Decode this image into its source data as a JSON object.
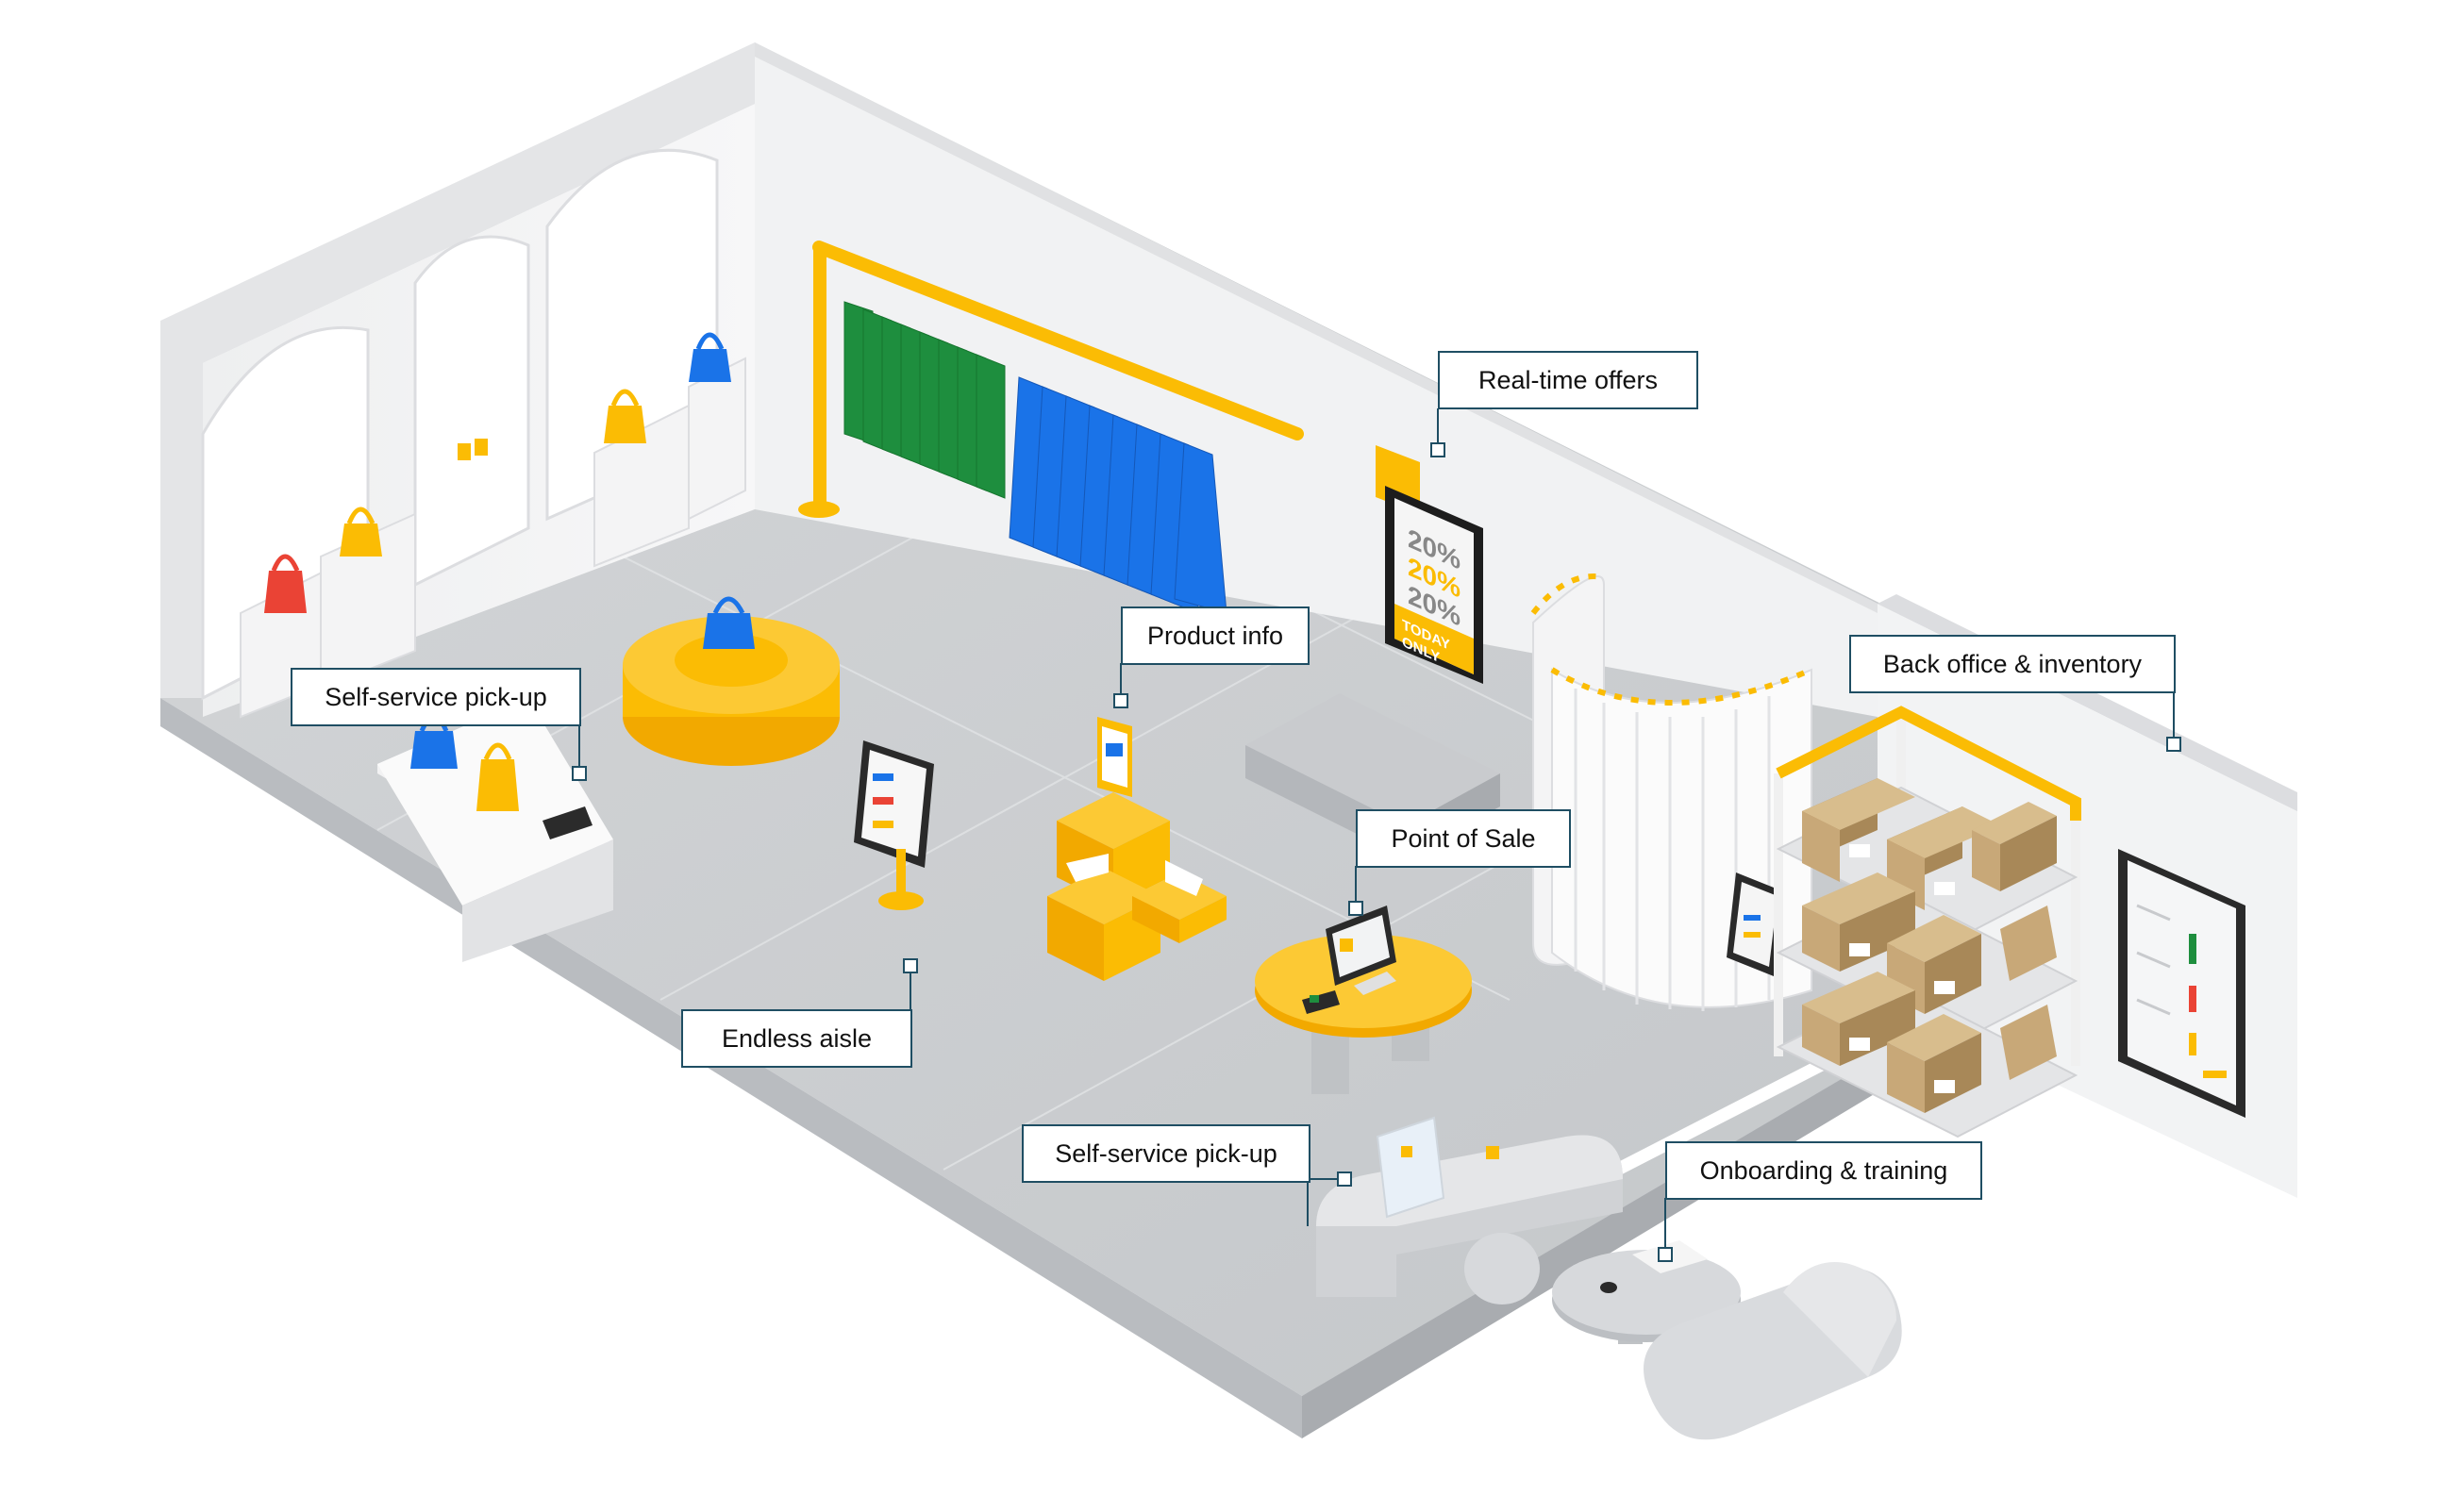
{
  "diagram": {
    "callouts": {
      "realtime_offers": "Real-time offers",
      "product_info": "Product info",
      "self_service_pickup_front": "Self-service pick-up",
      "back_office": "Back office & inventory",
      "point_of_sale": "Point of Sale",
      "endless_aisle": "Endless aisle",
      "self_service_pickup_back": "Self-service pick-up",
      "onboarding": "Onboarding & training"
    },
    "poster": {
      "line1": "20%",
      "line2": "20%",
      "line3": "20%",
      "line4": "TODAY",
      "line5": "ONLY"
    },
    "colors": {
      "accent_yellow": "#fbbc04",
      "blue": "#1a73e8",
      "green": "#1e8e3e",
      "red": "#ea4335",
      "callout_border": "#1f4e63",
      "box_brown": "#c8a878"
    }
  }
}
